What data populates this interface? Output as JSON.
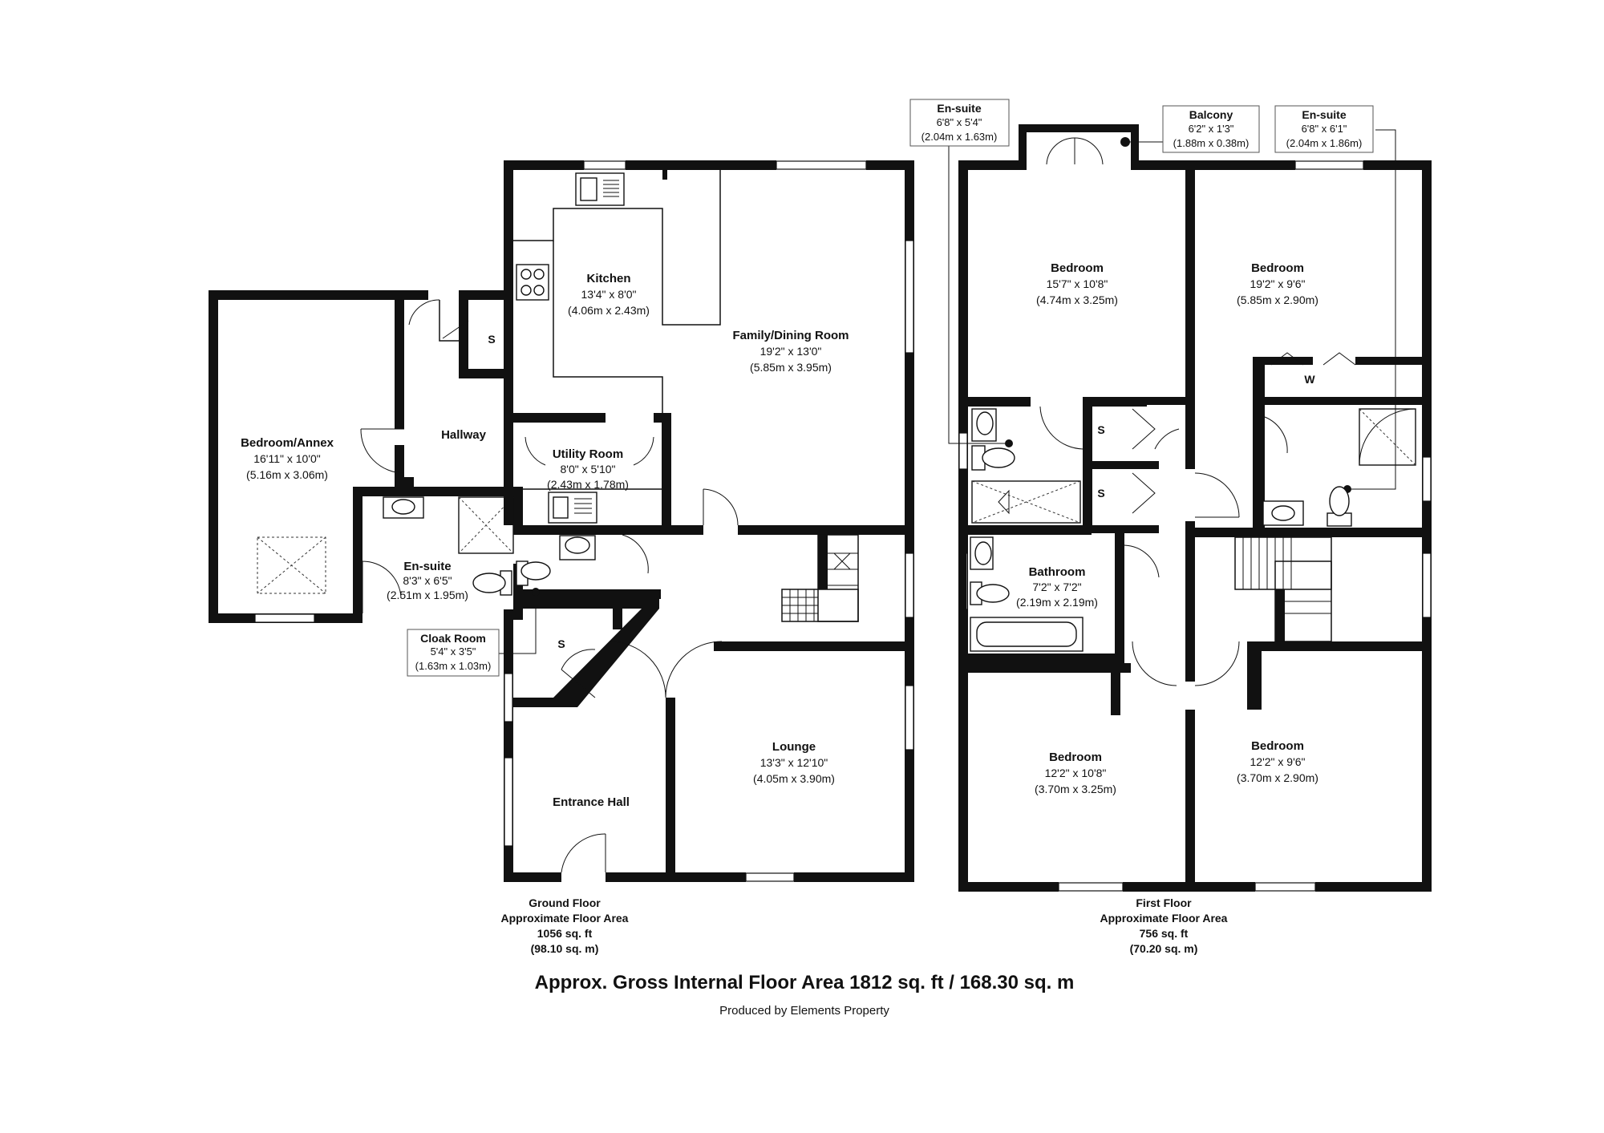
{
  "rooms": {
    "kitchen": {
      "name": "Kitchen",
      "dim_imperial": "13'4\" x 8'0\"",
      "dim_metric": "(4.06m x 2.43m)"
    },
    "family_dining": {
      "name": "Family/Dining Room",
      "dim_imperial": "19'2\" x 13'0\"",
      "dim_metric": "(5.85m x 3.95m)"
    },
    "bedroom_annex": {
      "name": "Bedroom/Annex",
      "dim_imperial": "16'11\" x 10'0\"",
      "dim_metric": "(5.16m x 3.06m)"
    },
    "hallway": {
      "name": "Hallway"
    },
    "utility": {
      "name": "Utility Room",
      "dim_imperial": "8'0\" x 5'10\"",
      "dim_metric": "(2.43m x 1.78m)"
    },
    "ensuite_ground": {
      "name": "En-suite",
      "dim_imperial": "8'3\" x 6'5\"",
      "dim_metric": "(2.51m x 1.95m)"
    },
    "cloak_room": {
      "name": "Cloak Room",
      "dim_imperial": "5'4\" x 3'5\"",
      "dim_metric": "(1.63m x 1.03m)"
    },
    "entrance_hall": {
      "name": "Entrance Hall"
    },
    "lounge": {
      "name": "Lounge",
      "dim_imperial": "13'3\" x 12'10\"",
      "dim_metric": "(4.05m x 3.90m)"
    },
    "bedroom1": {
      "name": "Bedroom",
      "dim_imperial": "15'7\" x 10'8\"",
      "dim_metric": "(4.74m x 3.25m)"
    },
    "bedroom2": {
      "name": "Bedroom",
      "dim_imperial": "19'2\" x 9'6\"",
      "dim_metric": "(5.85m x 2.90m)"
    },
    "bathroom": {
      "name": "Bathroom",
      "dim_imperial": "7'2\" x 7'2\"",
      "dim_metric": "(2.19m x 2.19m)"
    },
    "bedroom3": {
      "name": "Bedroom",
      "dim_imperial": "12'2\" x 10'8\"",
      "dim_metric": "(3.70m x 3.25m)"
    },
    "bedroom4": {
      "name": "Bedroom",
      "dim_imperial": "12'2\" x 9'6\"",
      "dim_metric": "(3.70m x 2.90m)"
    },
    "ensuite_first_left": {
      "name": "En-suite",
      "dim_imperial": "6'8\" x 5'4\"",
      "dim_metric": "(2.04m x 1.63m)"
    },
    "balcony": {
      "name": "Balcony",
      "dim_imperial": "6'2\" x 1'3\"",
      "dim_metric": "(1.88m x 0.38m)"
    },
    "ensuite_first_right": {
      "name": "En-suite",
      "dim_imperial": "6'8\" x 6'1\"",
      "dim_metric": "(2.04m x 1.86m)"
    }
  },
  "storage_labels": {
    "store": "S",
    "wardrobe": "W"
  },
  "floors": {
    "ground": {
      "line1": "Ground Floor",
      "line2": "Approximate Floor Area",
      "line3": "1056 sq. ft",
      "line4": "(98.10 sq. m)"
    },
    "first": {
      "line1": "First Floor",
      "line2": "Approximate Floor Area",
      "line3": "756 sq. ft",
      "line4": "(70.20 sq. m)"
    }
  },
  "gross_area": "Approx. Gross Internal Floor Area 1812 sq. ft / 168.30 sq. m",
  "credit": "Produced by Elements Property"
}
